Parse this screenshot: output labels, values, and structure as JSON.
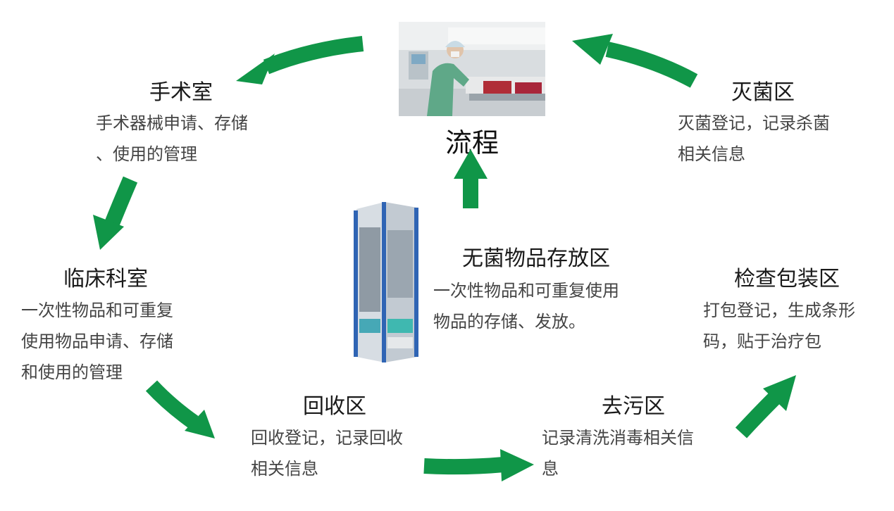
{
  "center_title": "流程",
  "arrow_color": "#109648",
  "nodes": {
    "surgery": {
      "title": "手术室",
      "desc": [
        "手术器械申请、存储",
        "、使用的管理"
      ]
    },
    "sterilize": {
      "title": "灭菌区",
      "desc": [
        "灭菌登记，记录杀菌",
        "相关信息"
      ]
    },
    "clinic": {
      "title": "临床科室",
      "desc": [
        "一次性物品和可重复",
        "使用物品申请、存储",
        "和使用的管理"
      ]
    },
    "storage": {
      "title": "无菌物品存放区",
      "desc": [
        "一次性物品和可重复使用",
        "物品的存储、发放。"
      ]
    },
    "pack": {
      "title": "检查包装区",
      "desc": [
        "打包登记，生成条形",
        "码，贴于治疗包"
      ]
    },
    "recycle": {
      "title": "回收区",
      "desc": [
        "回收登记，记录回收",
        "相关信息"
      ]
    },
    "decon": {
      "title": "去污区",
      "desc": [
        "记录清洗消毒相关信",
        "息"
      ]
    }
  }
}
